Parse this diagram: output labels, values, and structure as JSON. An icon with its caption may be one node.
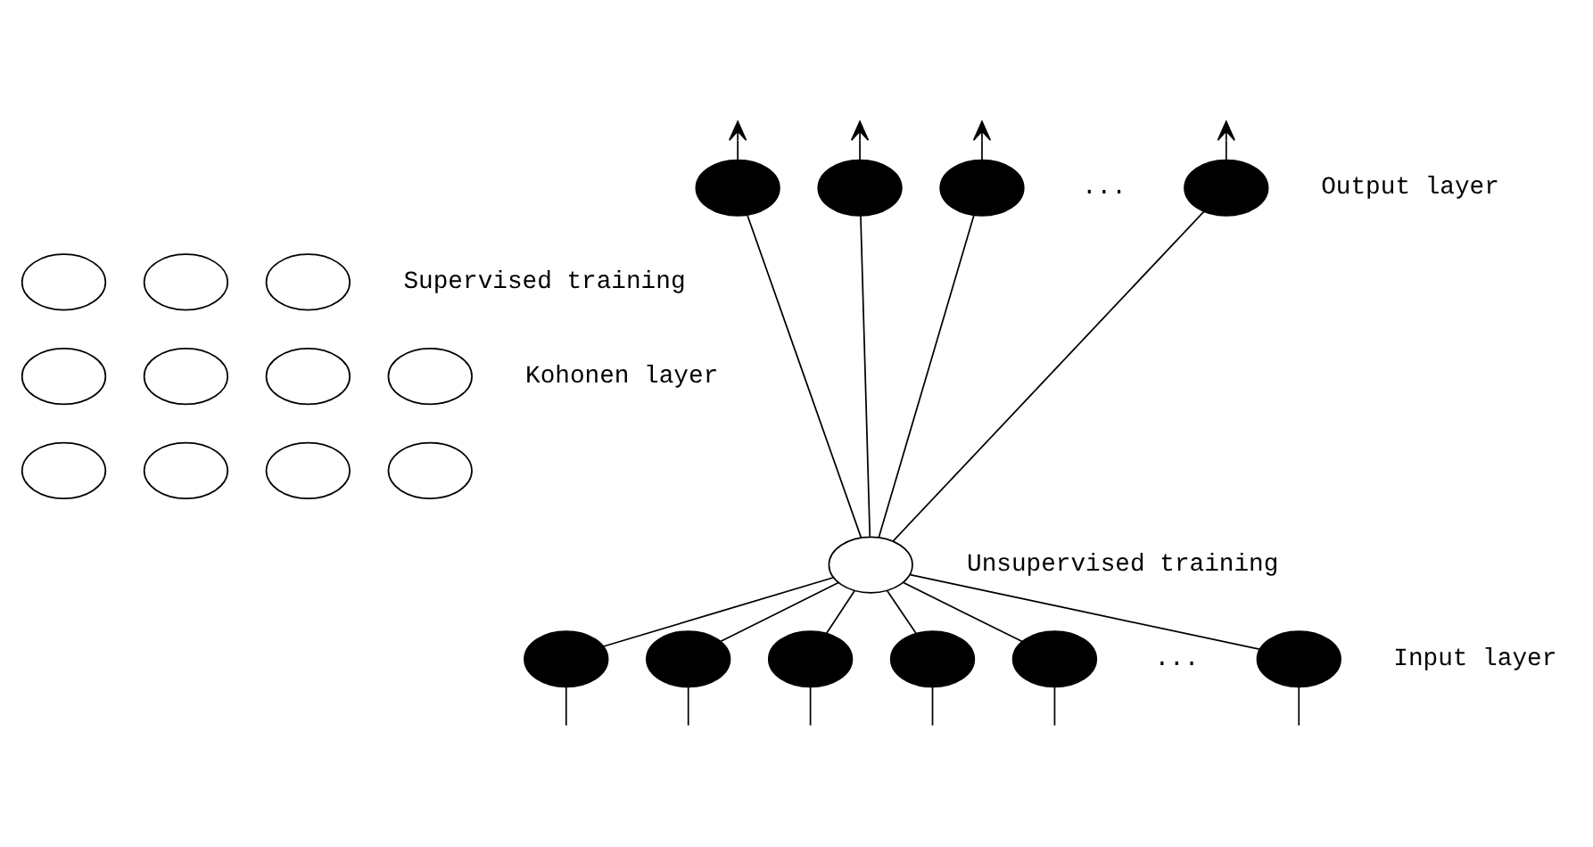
{
  "diagram": {
    "nodes": [
      {
        "text": [],
        "shape": "circle"
      },
      {
        "text": [],
        "shape": "circle"
      },
      {
        "text": [],
        "shape": "circle"
      },
      {
        "text": [],
        "shape": "circle"
      },
      {
        "text": [],
        "shape": "circle"
      },
      {
        "text": [],
        "shape": "circle"
      },
      {
        "text": [],
        "shape": "circle"
      },
      {
        "text": [],
        "shape": "circle"
      },
      {
        "text": [],
        "shape": "circle"
      },
      {
        "text": [],
        "shape": "circle"
      },
      {
        "text": [],
        "shape": "circle"
      },
      {
        "text": [],
        "shape": "circle"
      },
      {
        "text": [],
        "shape": "circle"
      },
      {
        "text": [],
        "shape": "circle"
      },
      {
        "text": [],
        "shape": "circle"
      },
      {
        "text": [],
        "shape": "circle"
      },
      {
        "text": [],
        "shape": "circle"
      },
      {
        "text": [],
        "shape": "circle"
      },
      {
        "text": [],
        "shape": "circle"
      },
      {
        "text": [],
        "shape": "circle"
      },
      {
        "text": [],
        "shape": "circle"
      },
      {
        "text": [],
        "shape": "circle"
      }
    ],
    "edges": [
      {
        "from": 0,
        "to": null,
        "arrow": "to"
      },
      {
        "from": 1,
        "to": null,
        "arrow": "to"
      },
      {
        "from": 2,
        "to": null,
        "arrow": "to"
      },
      {
        "from": 3,
        "to": null,
        "arrow": "to"
      },
      {
        "from": 15,
        "to": 0,
        "arrow": "none"
      },
      {
        "from": 15,
        "to": 1,
        "arrow": "none"
      },
      {
        "from": 15,
        "to": 2,
        "arrow": "none"
      },
      {
        "from": 15,
        "to": 3,
        "arrow": "none"
      },
      {
        "from": 16,
        "to": 15,
        "arrow": "none"
      },
      {
        "from": 17,
        "to": 15,
        "arrow": "none"
      },
      {
        "from": 18,
        "to": 15,
        "arrow": "none"
      },
      {
        "from": 19,
        "to": 15,
        "arrow": "none"
      },
      {
        "from": 20,
        "to": 15,
        "arrow": "none"
      },
      {
        "from": 21,
        "to": 15,
        "arrow": "none"
      },
      {
        "from": null,
        "to": 16,
        "arrow": "none"
      },
      {
        "from": null,
        "to": 17,
        "arrow": "none"
      },
      {
        "from": null,
        "to": 18,
        "arrow": "none"
      },
      {
        "from": null,
        "to": 19,
        "arrow": "none"
      },
      {
        "from": null,
        "to": 20,
        "arrow": "none"
      },
      {
        "from": null,
        "to": 21,
        "arrow": "none"
      }
    ],
    "labels": [
      "...",
      "Output layer",
      "Supervised training",
      "Kohonen layer",
      "Unsupervised training",
      "...",
      "Input layer"
    ]
  }
}
